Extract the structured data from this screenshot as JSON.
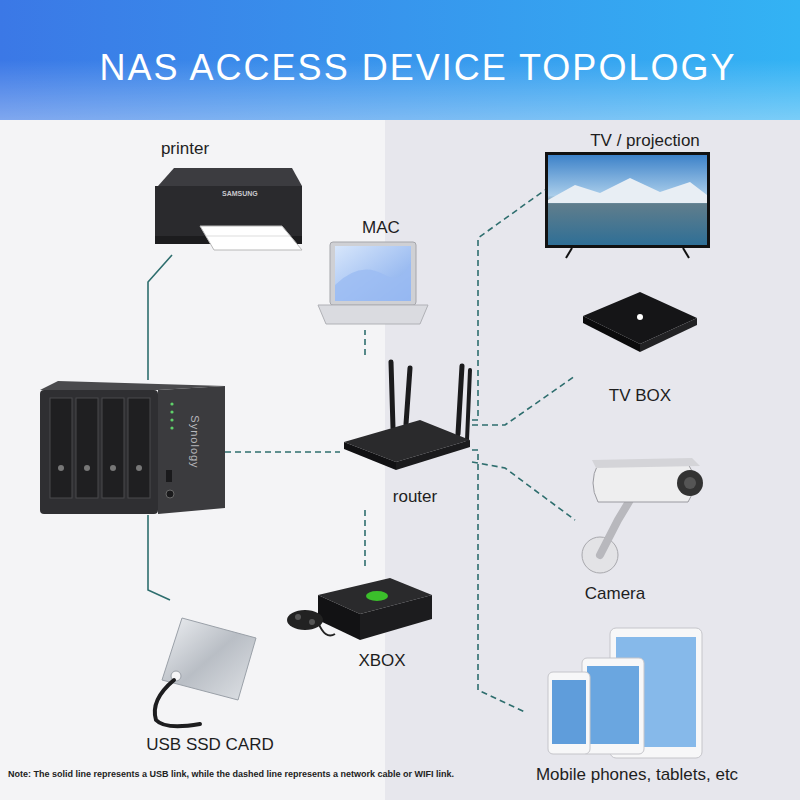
{
  "diagram": {
    "title": "NAS ACCESS DEVICE TOPOLOGY",
    "nodes": [
      {
        "text": [
          "printer"
        ]
      },
      {
        "text": [
          "TV / projection"
        ]
      },
      {
        "text": [
          "MAC"
        ]
      },
      {
        "text": [
          "TV BOX"
        ]
      },
      {
        "text": [
          "Synology"
        ]
      },
      {
        "text": [
          "router"
        ]
      },
      {
        "text": [
          "Camera"
        ]
      },
      {
        "text": [
          "XBOX"
        ]
      },
      {
        "text": [
          "USB SSD CARD"
        ]
      },
      {
        "text": [
          "Mobile phones, tablets, etc"
        ]
      }
    ],
    "edges": [
      {
        "from": 4,
        "to": 0,
        "arrow": "none"
      },
      {
        "from": 4,
        "to": 8,
        "arrow": "none"
      },
      {
        "from": 4,
        "to": 5,
        "arrow": "none"
      },
      {
        "from": 5,
        "to": 2,
        "arrow": "none"
      },
      {
        "from": 5,
        "to": 7,
        "arrow": "none"
      },
      {
        "from": 5,
        "to": 1,
        "arrow": "none"
      },
      {
        "from": 5,
        "to": 3,
        "arrow": "none"
      },
      {
        "from": 5,
        "to": 6,
        "arrow": "none"
      },
      {
        "from": 5,
        "to": 9,
        "arrow": "none"
      }
    ],
    "labels": [
      "SAMSUNG",
      "Note: The solid line represents a USB link, while the dashed line represents a network cable or WIFI link."
    ]
  }
}
